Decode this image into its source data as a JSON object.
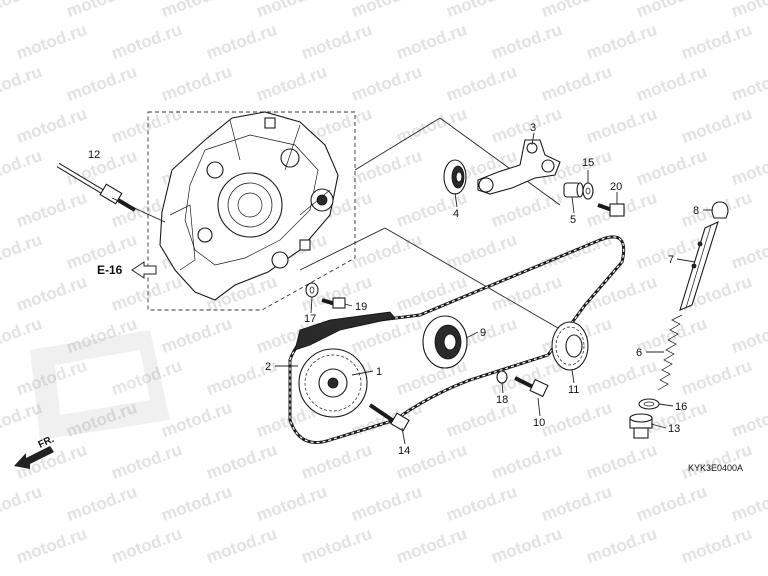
{
  "watermark": {
    "text": "motod.ru"
  },
  "diagram": {
    "section_ref": "E-16",
    "front_label": "FR.",
    "code": "KYK3E0400A",
    "callouts": [
      {
        "id": "c1",
        "label": "1"
      },
      {
        "id": "c2",
        "label": "2"
      },
      {
        "id": "c3",
        "label": "3"
      },
      {
        "id": "c4",
        "label": "4"
      },
      {
        "id": "c5",
        "label": "5"
      },
      {
        "id": "c6",
        "label": "6"
      },
      {
        "id": "c7",
        "label": "7"
      },
      {
        "id": "c8",
        "label": "8"
      },
      {
        "id": "c9",
        "label": "9"
      },
      {
        "id": "c10",
        "label": "10"
      },
      {
        "id": "c11",
        "label": "11"
      },
      {
        "id": "c12",
        "label": "12"
      },
      {
        "id": "c13",
        "label": "13"
      },
      {
        "id": "c14",
        "label": "14"
      },
      {
        "id": "c15",
        "label": "15"
      },
      {
        "id": "c16",
        "label": "16"
      },
      {
        "id": "c17",
        "label": "17"
      },
      {
        "id": "c18",
        "label": "18"
      },
      {
        "id": "c19",
        "label": "19"
      },
      {
        "id": "c20",
        "label": "20"
      }
    ]
  }
}
